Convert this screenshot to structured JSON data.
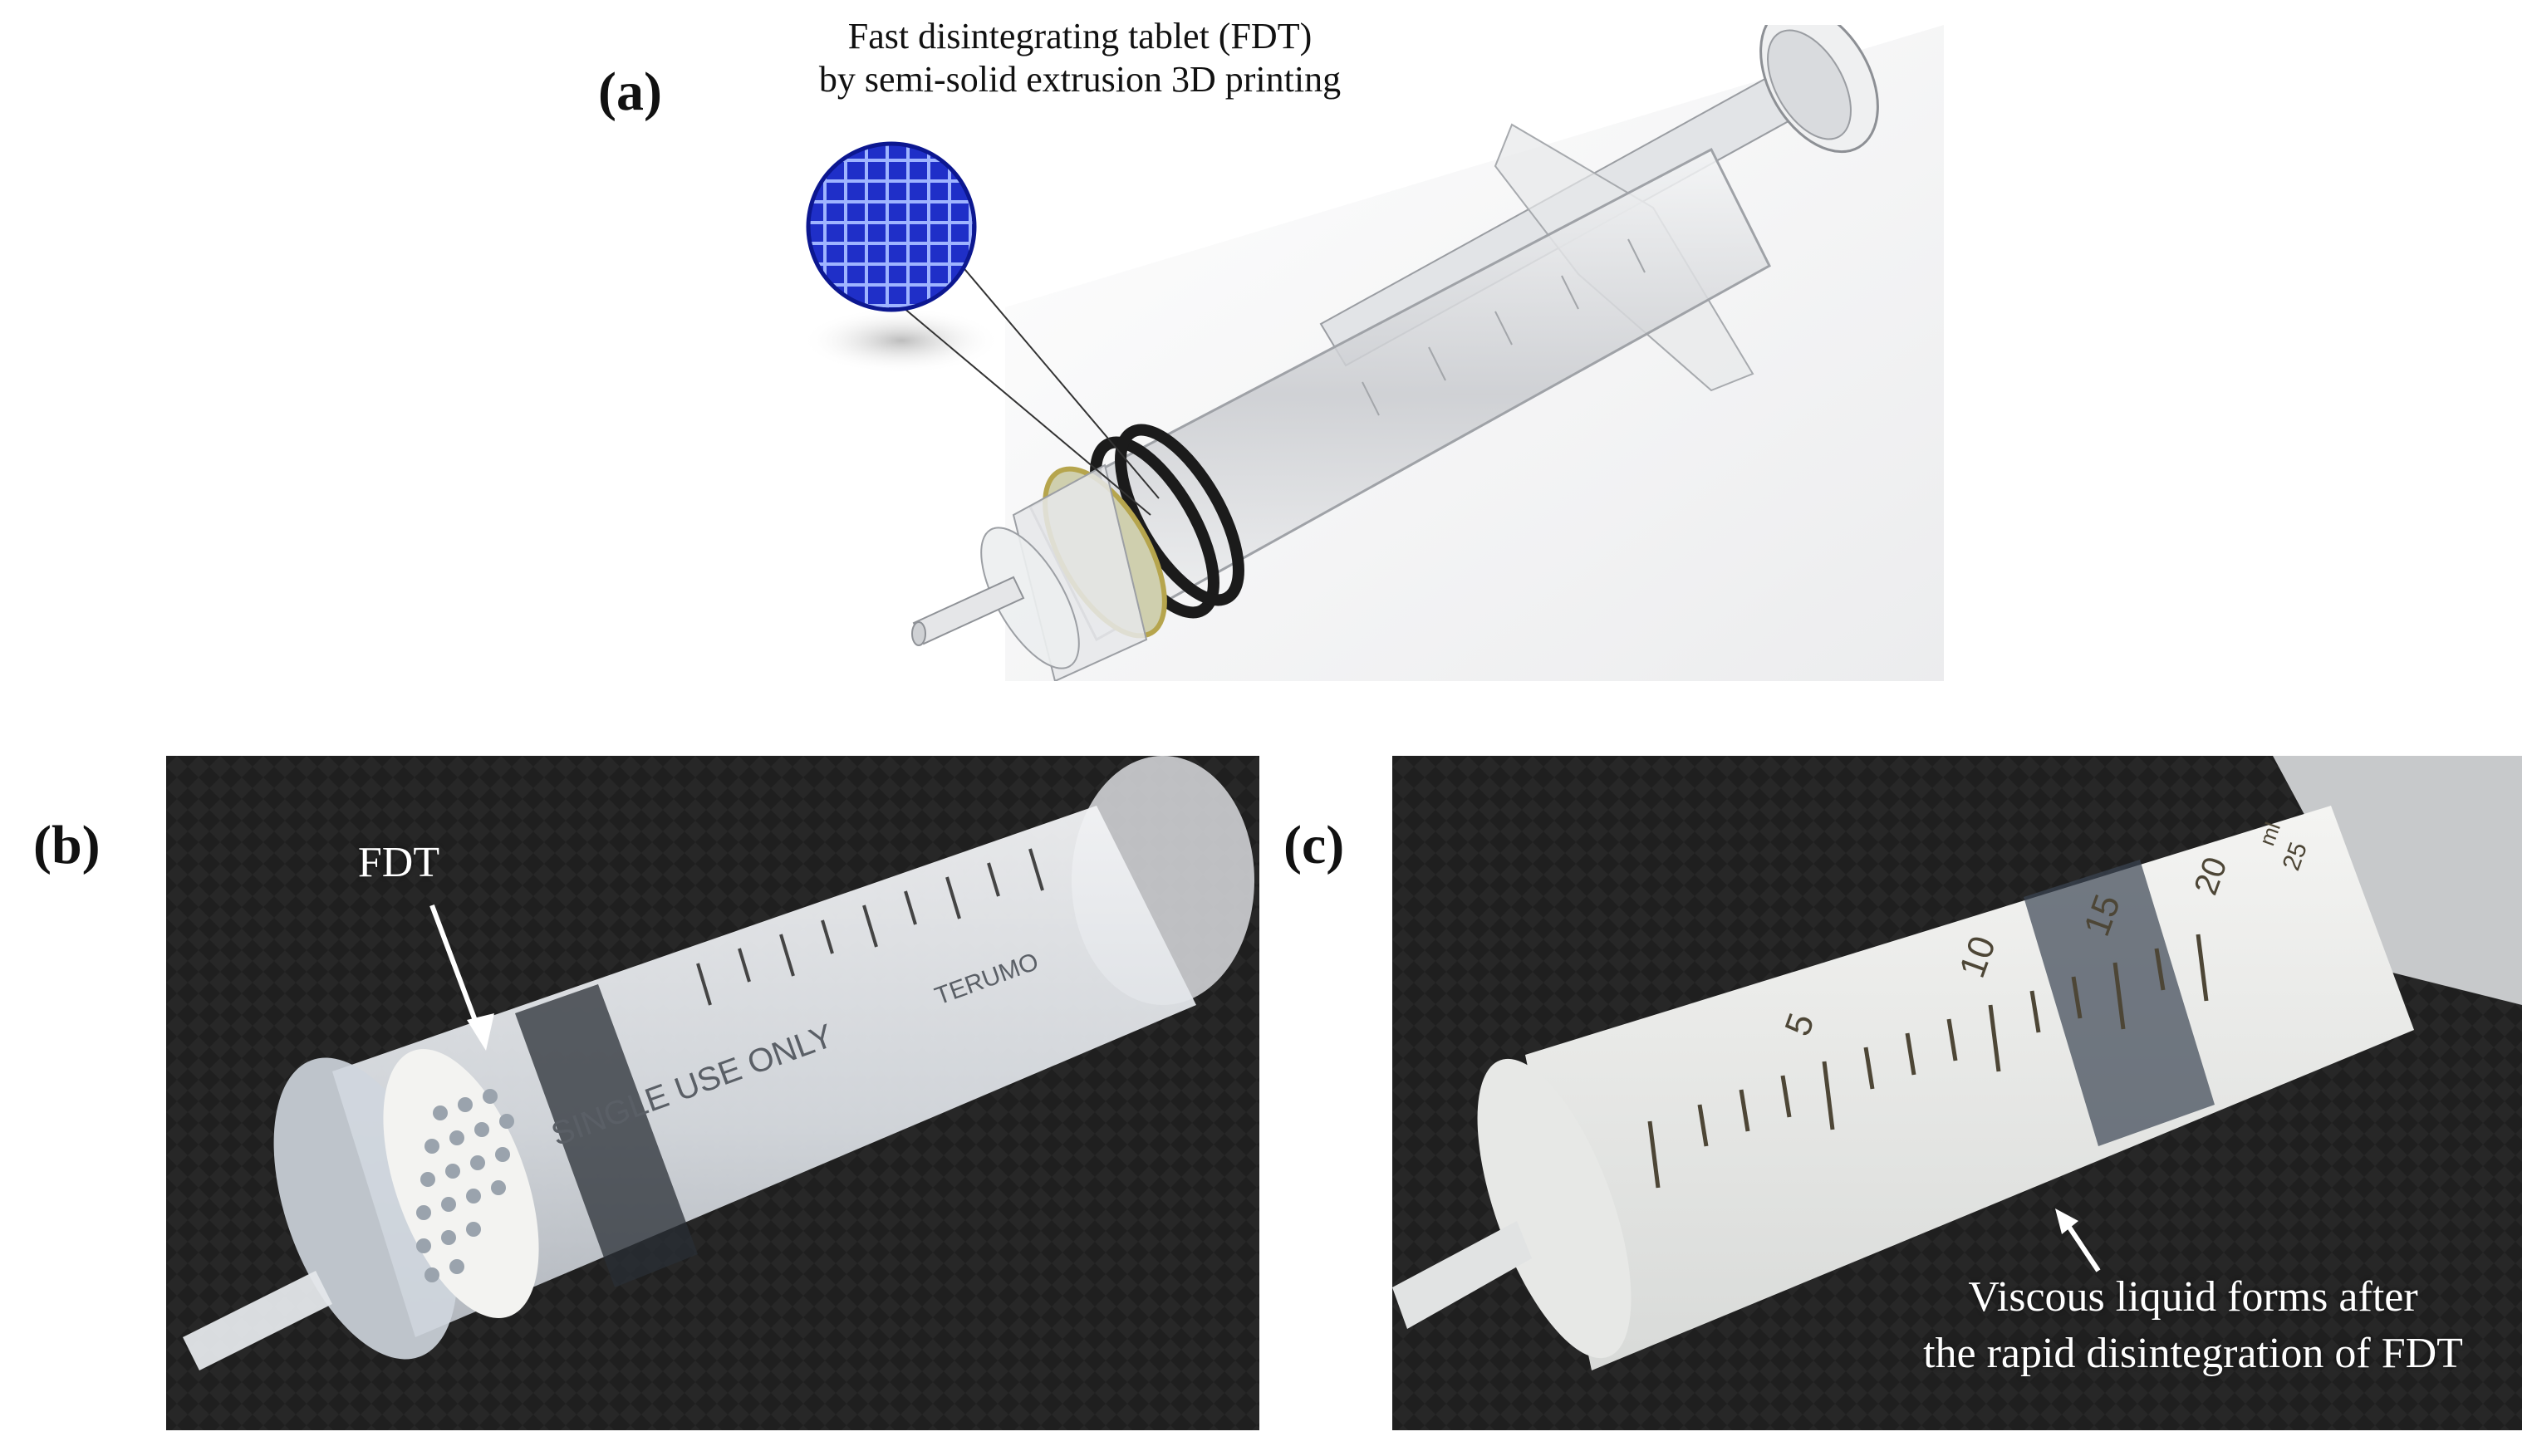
{
  "panels": {
    "a": {
      "label": "(a)",
      "caption_line1": "Fast disintegrating tablet (FDT)",
      "caption_line2": "by semi-solid extrusion 3D printing"
    },
    "b": {
      "label": "(b)",
      "annotation": "FDT",
      "barrel_print": "SINGLE USE ONLY",
      "brand_print": "TERUMO"
    },
    "c": {
      "label": "(c)",
      "annotation_line1": "Viscous liquid forms after",
      "annotation_line2": "the rapid disintegration of FDT",
      "scale_marks": [
        "5",
        "10",
        "15",
        "20",
        "25"
      ],
      "scale_unit": "ml"
    }
  },
  "colors": {
    "tablet_blue": "#1f2fc8",
    "tablet_grid": "#9fb4ff",
    "fdt_disc": "#cfcfae",
    "photo_background": "#1e1e1e",
    "syringe_body": "#e9ebee"
  }
}
